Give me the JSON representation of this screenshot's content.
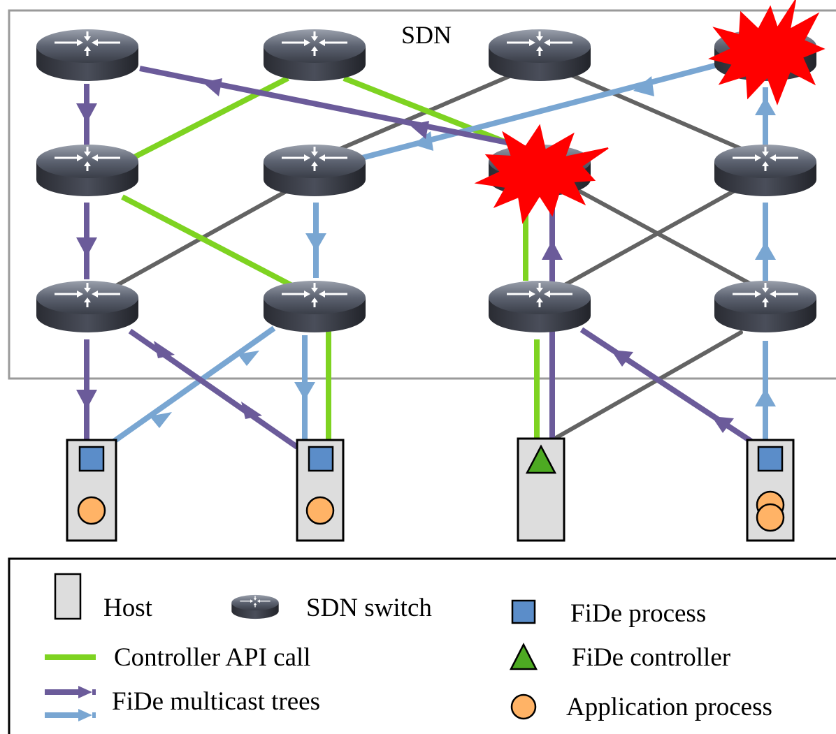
{
  "sdn_label": "SDN",
  "colors": {
    "green": "#7ed321",
    "purple": "#6b5b9a",
    "blue": "#79a6d2",
    "gray": "#636363",
    "host_fill": "#dddddd",
    "fide_process": "#5b8dc9",
    "fide_controller": "#4daa22",
    "app_process": "#ffb366",
    "burst": "#ff0000",
    "frame": "#9a9a9a"
  },
  "switches": [
    {
      "id": "s-r1c1",
      "failed": false
    },
    {
      "id": "s-r1c2",
      "failed": false
    },
    {
      "id": "s-r1c3",
      "failed": false
    },
    {
      "id": "s-r1c4",
      "failed": true
    },
    {
      "id": "s-r2c1",
      "failed": false
    },
    {
      "id": "s-r2c2",
      "failed": false
    },
    {
      "id": "s-r2c3",
      "failed": true
    },
    {
      "id": "s-r2c4",
      "failed": false
    },
    {
      "id": "s-r3c1",
      "failed": false
    },
    {
      "id": "s-r3c2",
      "failed": false
    },
    {
      "id": "s-r3c3",
      "failed": false
    },
    {
      "id": "s-r3c4",
      "failed": false
    }
  ],
  "hosts": [
    {
      "id": "host-1",
      "contents": [
        "fide-process",
        "application-process"
      ]
    },
    {
      "id": "host-2",
      "contents": [
        "fide-process",
        "application-process"
      ]
    },
    {
      "id": "host-3",
      "contents": [
        "fide-controller"
      ]
    },
    {
      "id": "host-4",
      "contents": [
        "fide-process",
        "application-process",
        "application-process"
      ]
    }
  ],
  "legend": {
    "host": "Host",
    "sdn_switch": "SDN switch",
    "fide_process": "FiDe process",
    "controller_api_call": "Controller API call",
    "fide_controller": "FiDe controller",
    "fide_multicast_trees": "FiDe multicast trees",
    "application_process": "Application process"
  }
}
